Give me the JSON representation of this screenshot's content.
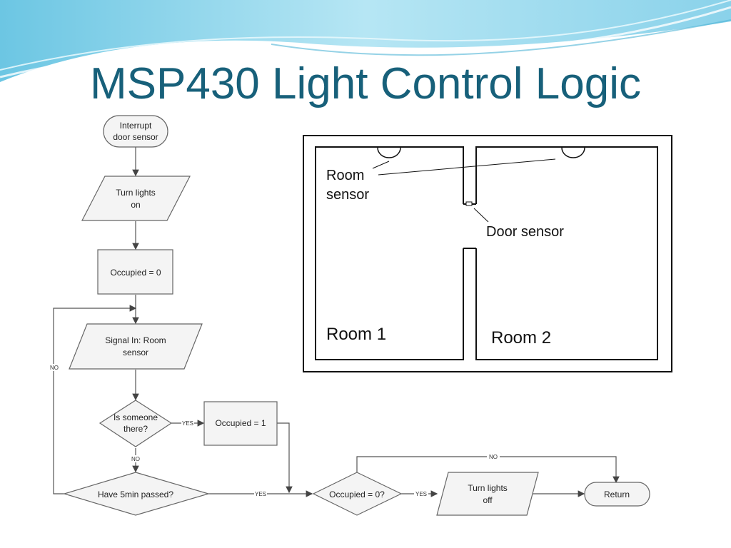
{
  "slide": {
    "title": "MSP430 Light Control Logic",
    "title_color": "#17607a",
    "accent_colors": [
      "#8fd3e8",
      "#cdeef7",
      "#4fb4d6"
    ]
  },
  "flowchart": {
    "start": [
      "Interrupt",
      "door sensor"
    ],
    "turn_on": [
      "Turn lights",
      "on"
    ],
    "occupied_zero": "Occupied = 0",
    "signal_in": [
      "Signal In: Room",
      "sensor"
    ],
    "is_someone": [
      "Is someone",
      "there?"
    ],
    "occupied_one": "Occupied = 1",
    "five_min": "Have 5min passed?",
    "occupied_check": "Occupied = 0?",
    "turn_off": [
      "Turn lights",
      "off"
    ],
    "return": "Return",
    "labels": {
      "yes": "YES",
      "no": "NO"
    }
  },
  "floorplan": {
    "room_sensor": [
      "Room",
      "sensor"
    ],
    "door_sensor": "Door sensor",
    "room1": "Room 1",
    "room2": "Room 2"
  }
}
